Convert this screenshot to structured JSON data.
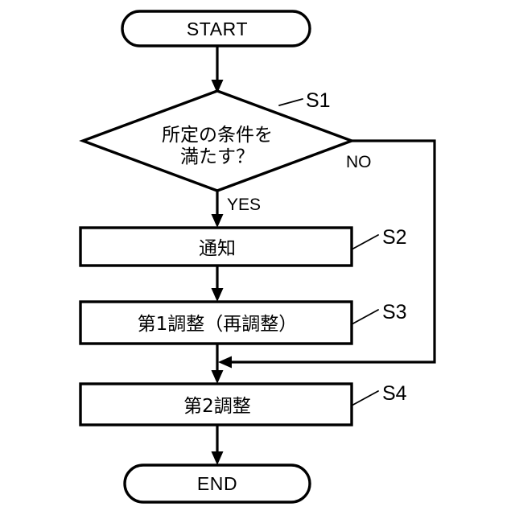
{
  "diagram": {
    "title": "",
    "type": "flowchart",
    "language": "ja",
    "background_color": "#ffffff",
    "stroke_color": "#000000",
    "nodes": [
      {
        "id": "start",
        "shape": "terminator",
        "label": "START",
        "step_label": ""
      },
      {
        "id": "s1",
        "shape": "decision",
        "label_line1": "所定の条件を",
        "label_line2": "満たす？",
        "step_label": "S1"
      },
      {
        "id": "s2",
        "shape": "process",
        "label": "通知",
        "step_label": "S2"
      },
      {
        "id": "s3",
        "shape": "process",
        "label": "第1調整（再調整）",
        "step_label": "S3"
      },
      {
        "id": "s4",
        "shape": "process",
        "label": "第2調整",
        "step_label": "S4"
      },
      {
        "id": "end",
        "shape": "terminator",
        "label": "END",
        "step_label": ""
      }
    ],
    "branches": {
      "yes_label": "YES",
      "no_label": "NO"
    },
    "edges": [
      {
        "from": "start",
        "to": "s1",
        "label": ""
      },
      {
        "from": "s1",
        "to": "s2",
        "label": "YES"
      },
      {
        "from": "s1",
        "to": "s4",
        "label": "NO"
      },
      {
        "from": "s2",
        "to": "s3",
        "label": ""
      },
      {
        "from": "s3",
        "to": "s4",
        "label": ""
      },
      {
        "from": "s4",
        "to": "end",
        "label": ""
      }
    ]
  }
}
